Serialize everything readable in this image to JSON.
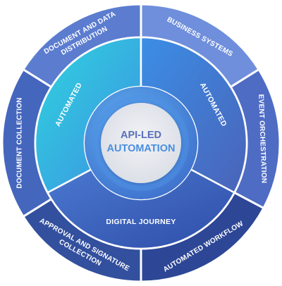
{
  "diagram": {
    "center": {
      "line1": "API-LED",
      "line2": "AUTOMATION",
      "color_line1": "#5b6fb8",
      "color_line2": "#4a8ee0"
    },
    "outer_ring": [
      {
        "id": "document-and-data-distribution",
        "lines": [
          "DOCUMENT AND DATA",
          "DISTRIBUTION"
        ]
      },
      {
        "id": "business-systems",
        "lines": [
          "BUSINESS SYSTEMS"
        ]
      },
      {
        "id": "event-orchestration",
        "lines": [
          "EVENT  ORCHESTRATION"
        ]
      },
      {
        "id": "automated-workflow",
        "lines": [
          "AUTOMATED WORKFLOW"
        ]
      },
      {
        "id": "approval-and-signature-collection",
        "lines": [
          "APPROVAL AND SIGNATURE",
          "COLLECTION"
        ]
      },
      {
        "id": "document-collection",
        "lines": [
          "DOCUMENT COLLECTION"
        ]
      }
    ],
    "inner_ring": [
      {
        "id": "automated-left",
        "text": "AUTOMATED"
      },
      {
        "id": "automated-right",
        "text": "AUTOMATED"
      },
      {
        "id": "digital-journey",
        "text": "DIGITAL JOURNEY"
      }
    ],
    "colors": {
      "outer_light": "#6f8fdc",
      "outer_dark": "#27408f",
      "inner_cyan": "#35cde0",
      "inner_blue": "#3f7fe0",
      "inner_deep": "#3a55b0",
      "center_fill": "#e3e6ec",
      "center_ring": "#4a8ee8",
      "separator": "#ffffff"
    }
  }
}
